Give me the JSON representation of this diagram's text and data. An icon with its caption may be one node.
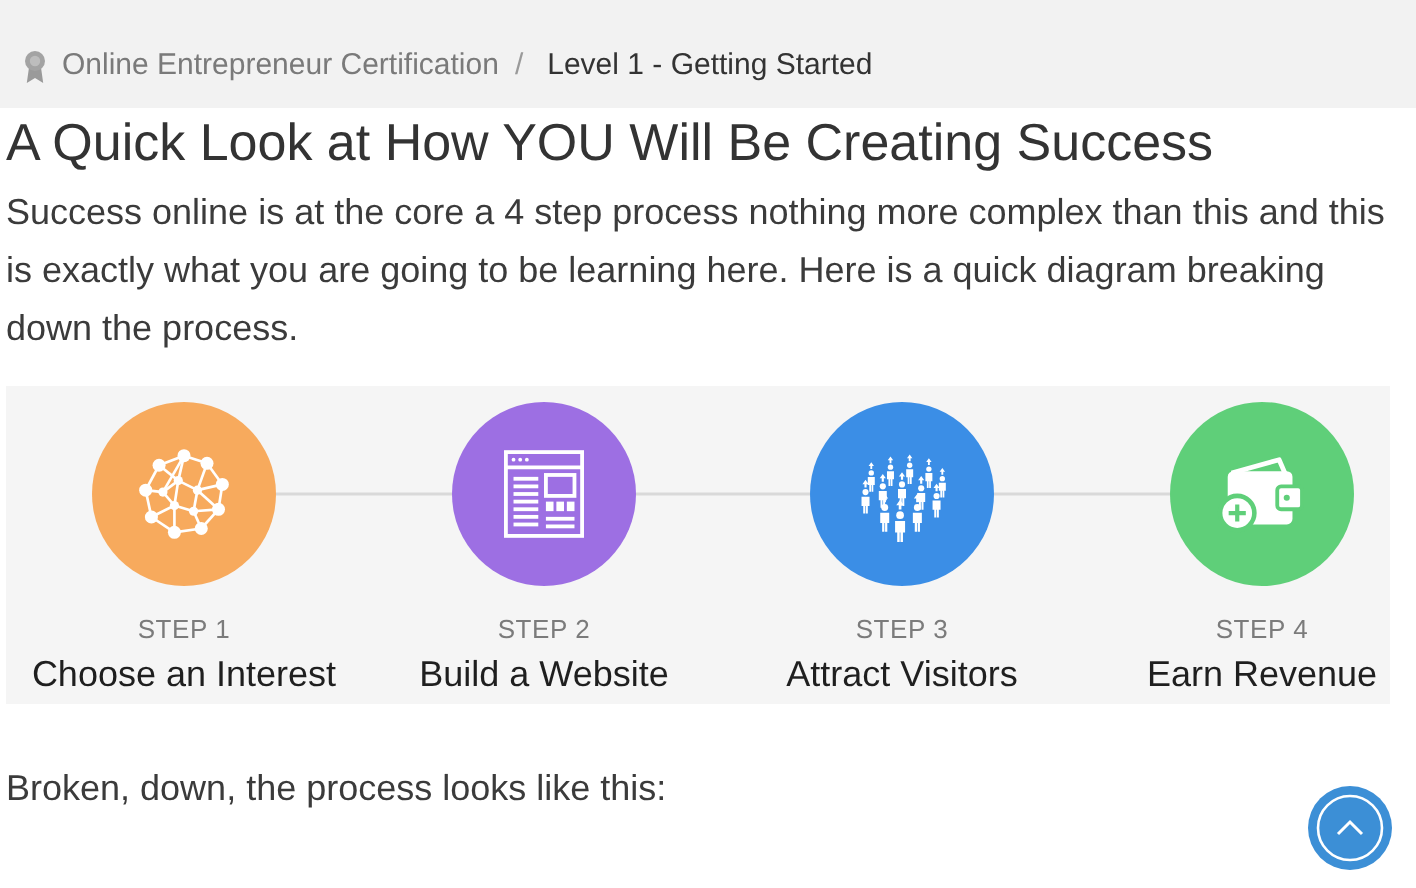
{
  "diagram": {
    "title": "A Quick Look at How YOU Will Be Creating Success",
    "nodes": [
      {
        "text": [],
        "shape": "circle",
        "beside": [
          "STEP 1",
          "Choose an Interest"
        ]
      },
      {
        "text": [],
        "shape": "circle",
        "beside": [
          "STEP 2",
          "Build a Website"
        ]
      },
      {
        "text": [],
        "shape": "circle",
        "beside": [
          "STEP 3",
          "Attract Visitors"
        ]
      },
      {
        "text": [],
        "shape": "circle",
        "beside": [
          "STEP 4",
          "Earn Revenue"
        ]
      }
    ],
    "edges": [
      {
        "from": 0,
        "to": 1,
        "arrow": "none"
      },
      {
        "from": 1,
        "to": 2,
        "arrow": "none"
      },
      {
        "from": 2,
        "to": 3,
        "arrow": "none"
      }
    ],
    "labels": [
      "Online Entrepreneur Certification",
      "/",
      "Level 1 - Getting Started",
      "Success online is at the core a 4 step process nothing more complex than this and this is exactly what you are going to be learning here. Here is a quick diagram breaking down the process.",
      "Broken, down, the process looks like this:"
    ]
  }
}
